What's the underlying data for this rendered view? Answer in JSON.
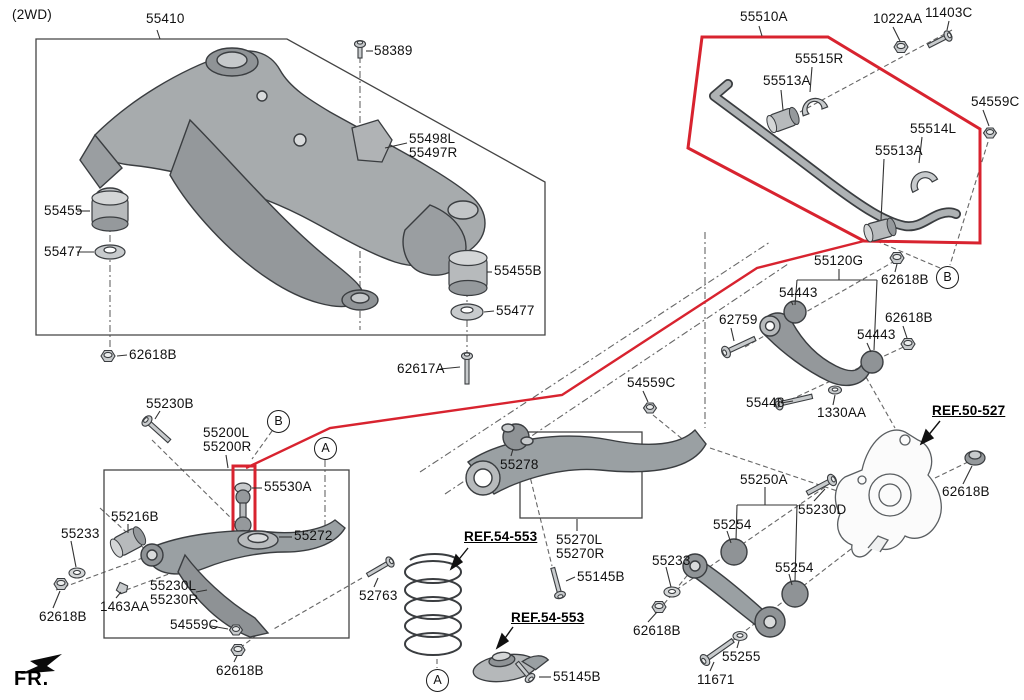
{
  "diagram": {
    "title_note": "(2WD)",
    "fr_label": "FR.",
    "colors": {
      "highlight": "#d8232f",
      "line": "#3a3d40",
      "leader": "#555555"
    }
  },
  "datums": {
    "a": "A",
    "b": "B"
  },
  "refs": {
    "ref54": "REF.54-553",
    "ref50": "REF.50-527"
  },
  "parts": {
    "p55410": "55410",
    "p58389": "58389",
    "p55498L": "55498L",
    "p55497R": "55497R",
    "p55455": "55455",
    "p55477": "55477",
    "p62618B": "62618B",
    "p55455B": "55455B",
    "p62617A": "62617A",
    "p55510A": "55510A",
    "p1022AA": "1022AA",
    "p11403C": "11403C",
    "p55515R": "55515R",
    "p55513A": "55513A",
    "p54559C": "54559C",
    "p55514L": "55514L",
    "p55120G": "55120G",
    "p54443": "54443",
    "p62759": "62759",
    "p55448": "55448",
    "p1330AA": "1330AA",
    "p55230B": "55230B",
    "p55200L": "55200L",
    "p55200R": "55200R",
    "p55530A": "55530A",
    "p55216B": "55216B",
    "p55272": "55272",
    "p55233": "55233",
    "p1463AA": "1463AA",
    "p55230L": "55230L",
    "p55230R": "55230R",
    "p52763": "52763",
    "p55278": "55278",
    "p55270L": "55270L",
    "p55270R": "55270R",
    "p55145B": "55145B",
    "p55250A": "55250A",
    "p55254": "55254",
    "p55230D": "55230D",
    "p55255": "55255",
    "p11671": "11671"
  }
}
